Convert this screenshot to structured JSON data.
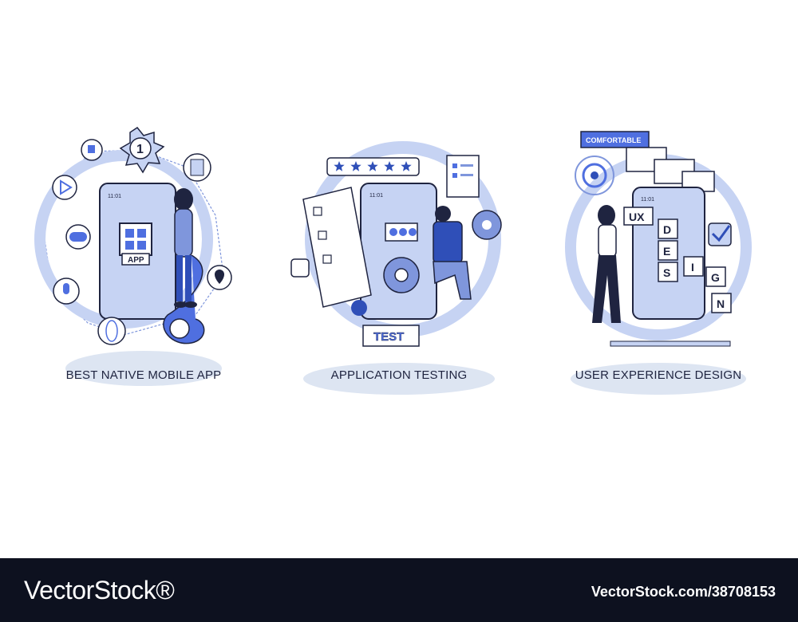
{
  "panels": [
    {
      "caption": "BEST NATIVE MOBILE APP",
      "badge": "1",
      "phone_time": "11:01",
      "app_label": "APP"
    },
    {
      "caption": "APPLICATION TESTING",
      "phone_time": "11:01",
      "test_label": "TEST",
      "rating_stars": 5
    },
    {
      "caption": "USER EXPERIENCE DESIGN",
      "phone_time": "11:01",
      "tag": "COMFORTABLE",
      "letters": {
        "ux": "UX",
        "d": "D",
        "e": "E",
        "s": "S",
        "i": "I",
        "g": "G",
        "n": "N"
      }
    }
  ],
  "footer": {
    "brand": "VectorStock®",
    "image_id": "VectorStock.com/38708153"
  },
  "colors": {
    "accent": "#4f6fe0",
    "light": "#c6d3f3",
    "navy": "#1f2440",
    "footer_bg": "#0d111f"
  }
}
